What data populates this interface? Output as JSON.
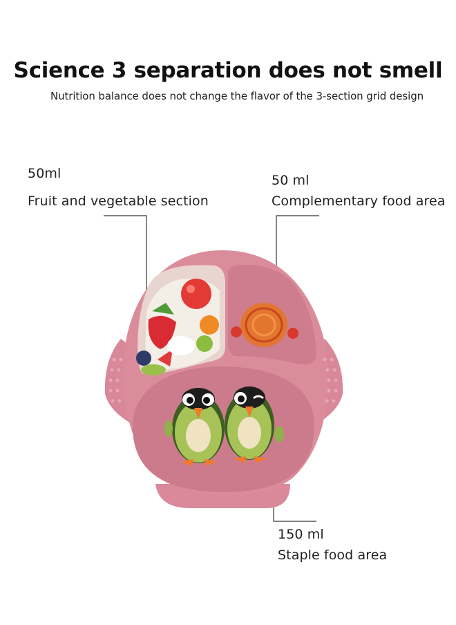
{
  "header": {
    "title": "Science 3 separation does not smell",
    "subtitle": "Nutrition balance does not change the flavor of the 3-section grid design"
  },
  "callouts": {
    "fruit": {
      "volume": "50ml",
      "name": "Fruit and vegetable section"
    },
    "complementary": {
      "volume": "50 ml",
      "name": "Complementary food area"
    },
    "staple": {
      "volume": "150 ml",
      "name": "Staple food area"
    }
  },
  "colors": {
    "plate": "#d98a98",
    "plate_dark": "#c9788a",
    "fruit_area": "#e6d2cc",
    "leader_line": "#333333"
  }
}
